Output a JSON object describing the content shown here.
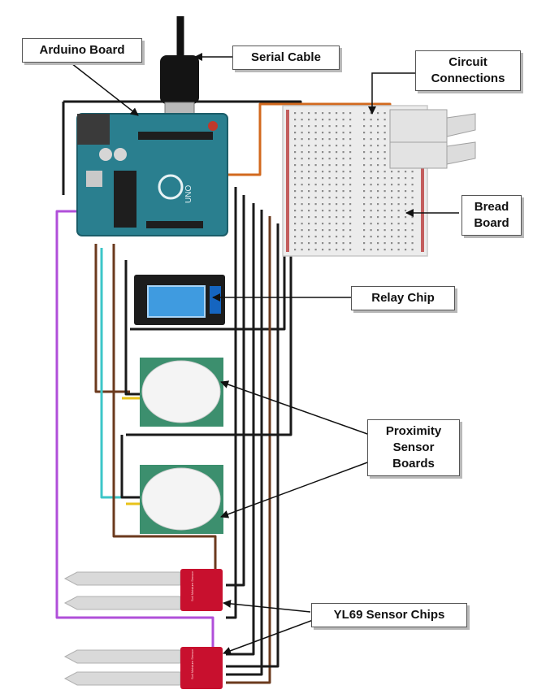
{
  "labels": {
    "arduino_board": "Arduino Board",
    "serial_cable": "Serial Cable",
    "circuit_connections": "Circuit\nConnections",
    "bread_board": "Bread\nBoard",
    "relay_chip": "Relay Chip",
    "proximity_sensor_boards": "Proximity\nSensor\nBoards",
    "yl69_sensor_chips": "YL69 Sensor Chips"
  },
  "board_text": {
    "arduino_logo": "UNO",
    "sensor_chip_text": "Soil Moisture Sensor"
  },
  "colors": {
    "arduino_pcb": "#2a7f8f",
    "breadboard": "#ececec",
    "relay_pcb": "#1c1c1c",
    "relay_screen": "#3f9be0",
    "pir_pcb": "#3c8f6e",
    "pir_dome": "#f4f4f4",
    "yl69_pcb": "#c8102e",
    "probe": "#d9d9d9",
    "wire_black": "#1a1a1a",
    "wire_brown": "#6b3a1e",
    "wire_red": "#b22222",
    "wire_orange": "#d2691e",
    "wire_cyan": "#3cc6c8",
    "wire_purple": "#b04fd9",
    "wire_yellow": "#e8c21a"
  }
}
